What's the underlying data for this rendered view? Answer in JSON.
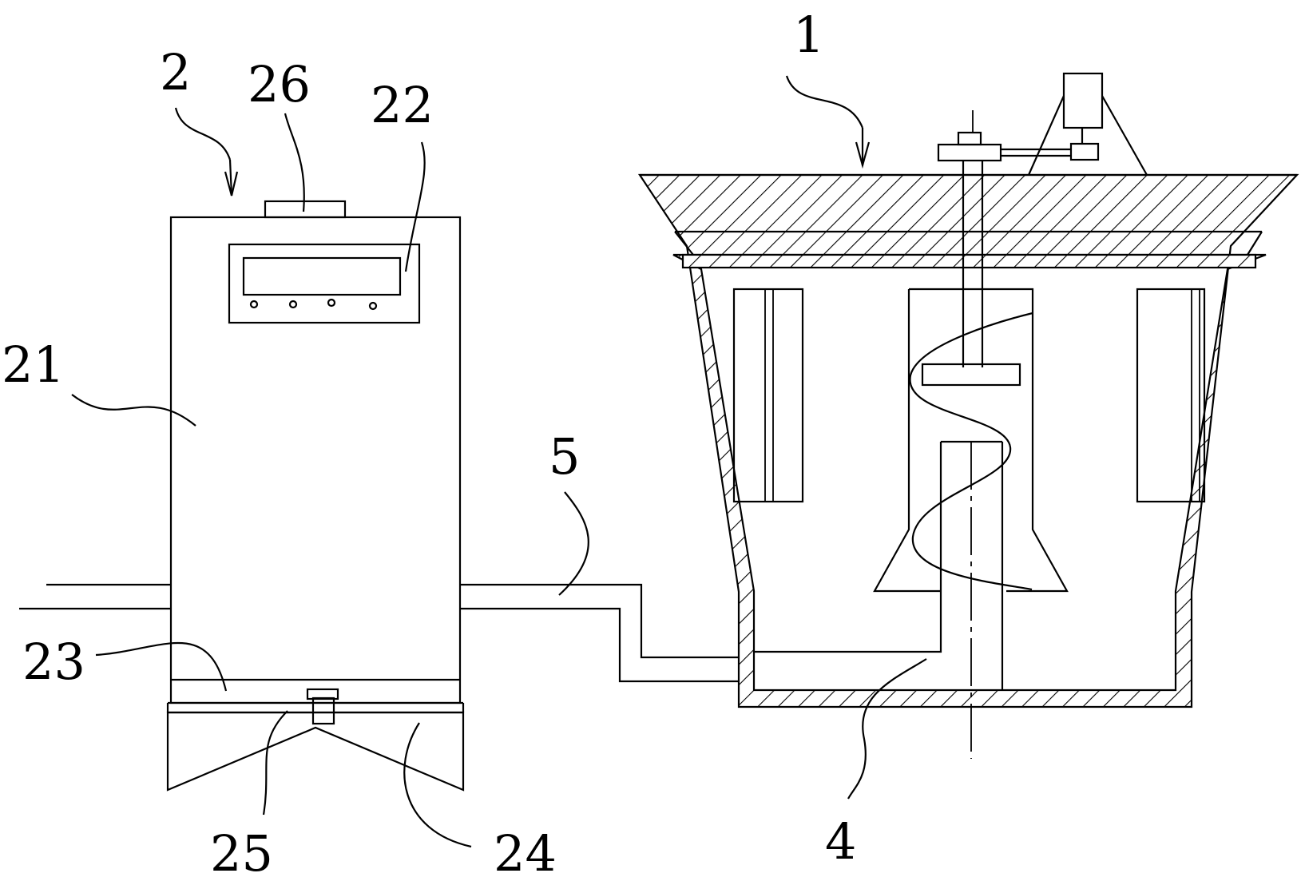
{
  "labels": {
    "l1": "1",
    "l2": "2",
    "l4": "4",
    "l5": "5",
    "l21": "21",
    "l22": "22",
    "l23": "23",
    "l24": "24",
    "l25": "25",
    "l26": "26"
  },
  "colors": {
    "line": "#000000",
    "background": "#ffffff"
  }
}
